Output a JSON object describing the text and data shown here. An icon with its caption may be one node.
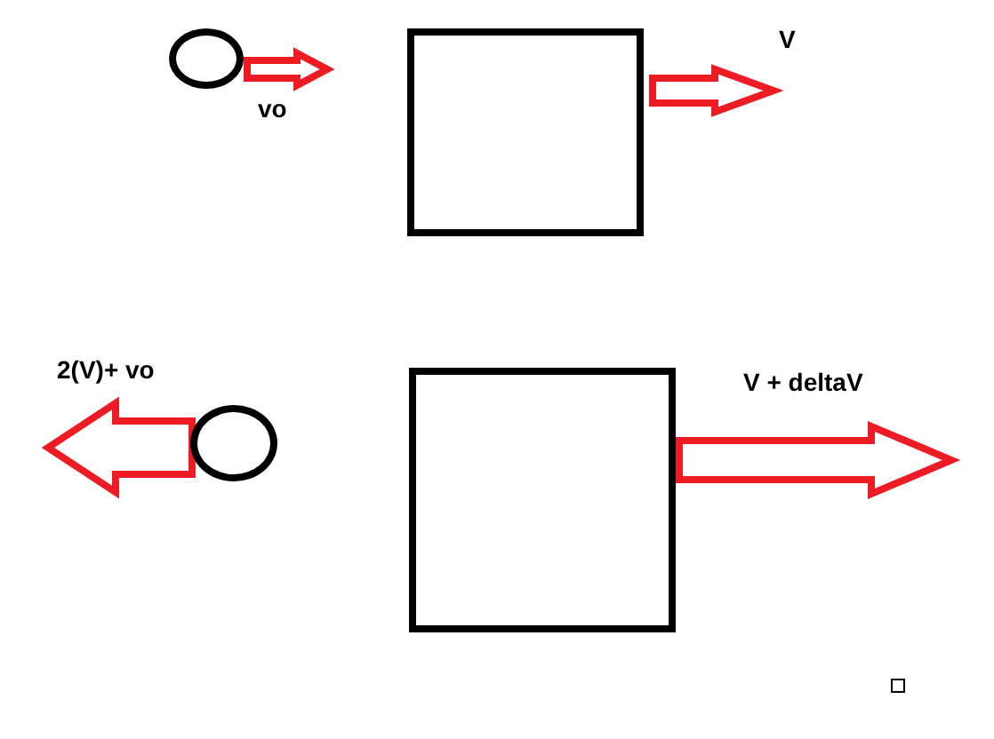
{
  "diagram": {
    "nodes": [
      {
        "text": [],
        "shape": "circle"
      },
      {
        "text": [],
        "shape": "box"
      },
      {
        "text": [],
        "shape": "circle"
      },
      {
        "text": [],
        "shape": "box"
      },
      {
        "text": [],
        "shape": "box"
      }
    ],
    "labels": [
      "vo",
      "V",
      "2(V)+ vo",
      "V + deltaV"
    ]
  }
}
